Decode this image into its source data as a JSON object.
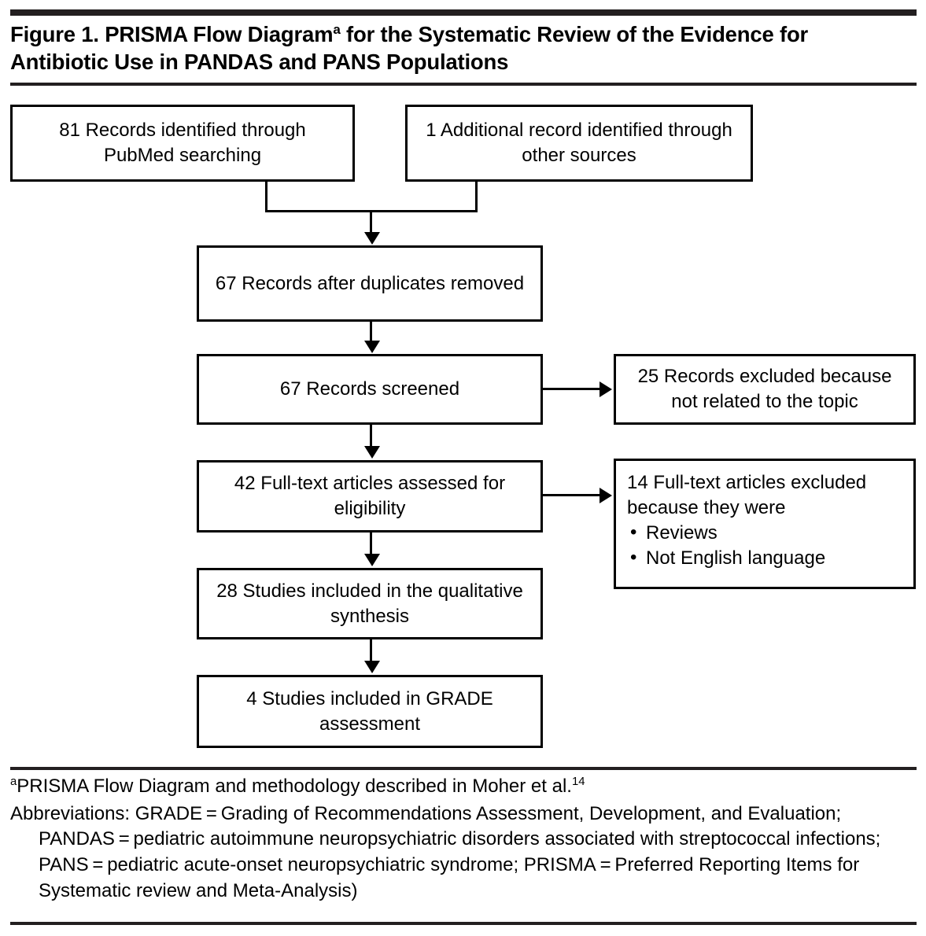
{
  "figure": {
    "title_prefix": "Figure 1. PRISMA Flow Diagram",
    "title_footnote_marker": "a",
    "title_suffix": " for the Systematic Review of the Evidence for Antibiotic Use in PANDAS and PANS Populations",
    "title_full": "Figure 1. PRISMA Flow Diagrama for the Systematic Review of the Evidence for Antibiotic Use in PANDAS and PANS Populations"
  },
  "chart_data": {
    "type": "diagram",
    "diagram_kind": "PRISMA flow diagram",
    "nodes": [
      {
        "id": "pubmed",
        "label": "81 Records identified through PubMed searching",
        "count": 81,
        "stage": "identification"
      },
      {
        "id": "additional",
        "label": "1 Additional record identified through other sources",
        "count": 1,
        "stage": "identification"
      },
      {
        "id": "dupes",
        "label": "67 Records after duplicates removed",
        "count": 67,
        "stage": "screening"
      },
      {
        "id": "screened",
        "label": "67 Records screened",
        "count": 67,
        "stage": "screening"
      },
      {
        "id": "excluded1",
        "label": "25 Records excluded because not related to the topic",
        "count": 25,
        "stage": "screening-excluded"
      },
      {
        "id": "fulltext",
        "label": "42 Full-text articles assessed for eligibility",
        "count": 42,
        "stage": "eligibility"
      },
      {
        "id": "excluded2",
        "label": "14 Full-text articles excluded because they were",
        "count": 14,
        "stage": "eligibility-excluded",
        "bullets": [
          "Reviews",
          "Not English language"
        ]
      },
      {
        "id": "qualitative",
        "label": "28 Studies included in the qualitative synthesis",
        "count": 28,
        "stage": "included"
      },
      {
        "id": "grade",
        "label": "4 Studies included in GRADE assessment",
        "count": 4,
        "stage": "included"
      }
    ],
    "edges": [
      {
        "from": "pubmed",
        "to": "dupes",
        "type": "merge-arrow"
      },
      {
        "from": "additional",
        "to": "dupes",
        "type": "merge-arrow"
      },
      {
        "from": "dupes",
        "to": "screened",
        "type": "arrow"
      },
      {
        "from": "screened",
        "to": "excluded1",
        "type": "arrow-right"
      },
      {
        "from": "screened",
        "to": "fulltext",
        "type": "arrow"
      },
      {
        "from": "fulltext",
        "to": "excluded2",
        "type": "arrow-right"
      },
      {
        "from": "fulltext",
        "to": "qualitative",
        "type": "arrow"
      },
      {
        "from": "qualitative",
        "to": "grade",
        "type": "arrow"
      }
    ]
  },
  "boxes": {
    "pubmed": "81 Records identified through PubMed searching",
    "additional": "1 Additional record identified through other sources",
    "dupes": "67 Records after duplicates removed",
    "screened": "67 Records screened",
    "excluded1": "25 Records excluded because not related to the topic",
    "fulltext": "42 Full-text articles assessed for eligibility",
    "excluded2_heading": "14 Full-text articles excluded because they were",
    "excluded2_bullets": [
      "Reviews",
      "Not English language"
    ],
    "qualitative": "28 Studies included in the qualitative synthesis",
    "grade": "4 Studies included in GRADE assessment"
  },
  "footnotes": {
    "marker_a": "a",
    "note_a_text": "PRISMA Flow Diagram and methodology described in Moher et al.",
    "note_a_ref": "14",
    "abbreviations": "Abbreviations: GRADE = Grading of Recommendations Assessment, Development, and Evaluation; PANDAS = pediatric autoimmune neuropsychiatric disorders associated with streptococcal infections; PANS = pediatric acute-onset neuropsychiatric syndrome; PRISMA = Preferred Reporting Items for Systematic review and Meta-Analysis)"
  },
  "colors": {
    "rule": "#231f20",
    "box_border": "#000000",
    "text": "#000000",
    "background": "#ffffff"
  }
}
